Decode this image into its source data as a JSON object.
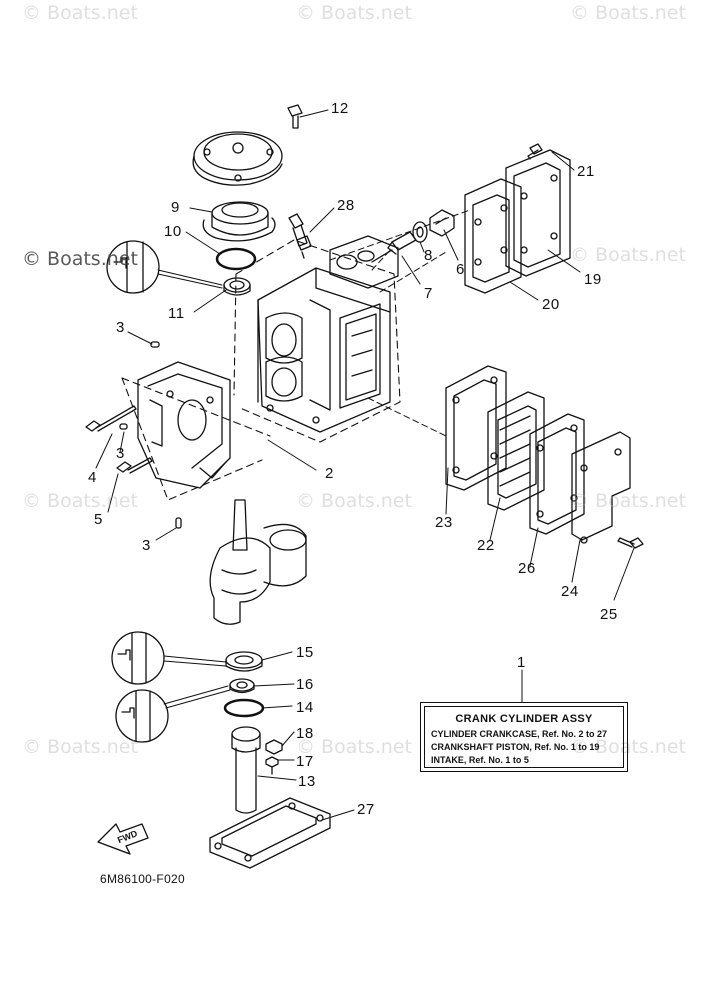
{
  "watermark": "© Boats.net",
  "figure_code": "6M86100-F020",
  "fwd_label": "FWD",
  "assembly_box": {
    "title": "CRANK CYLINDER ASSY",
    "lines": [
      "CYLINDER CRANKCASE,  Ref. No. 2 to 27",
      "CRANKSHAFT PISTON,  Ref. No. 1 to 19",
      "INTAKE,  Ref. No. 1 to 5"
    ]
  },
  "callouts": {
    "n1": "1",
    "n2": "2",
    "n3a": "3",
    "n3b": "3",
    "n3c": "3",
    "n4": "4",
    "n5": "5",
    "n6": "6",
    "n7": "7",
    "n8": "8",
    "n9": "9",
    "n10": "10",
    "n11": "11",
    "n12": "12",
    "n13": "13",
    "n14": "14",
    "n15": "15",
    "n16": "16",
    "n17": "17",
    "n18": "18",
    "n19": "19",
    "n20": "20",
    "n21": "21",
    "n22": "22",
    "n23": "23",
    "n24": "24",
    "n25": "25",
    "n26": "26",
    "n27": "27",
    "n28": "28"
  }
}
